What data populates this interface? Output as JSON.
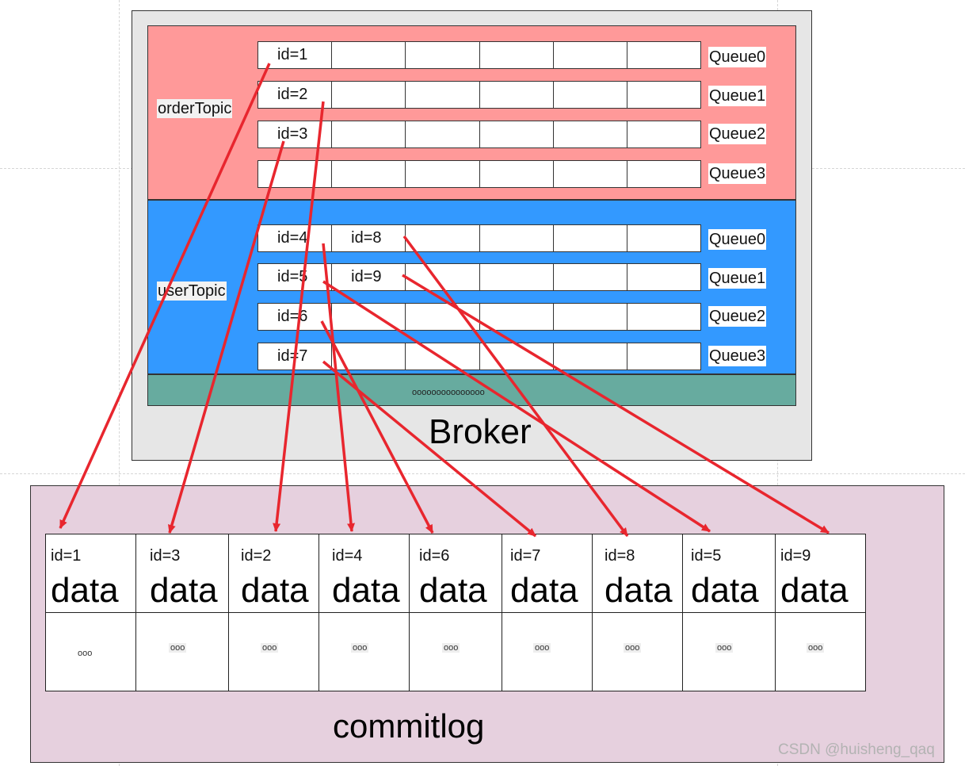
{
  "broker": {
    "label": "Broker",
    "topics": [
      {
        "name": "orderTopic",
        "queues": [
          {
            "name": "Queue0",
            "cells": [
              "id=1",
              "",
              "",
              "",
              "",
              ""
            ]
          },
          {
            "name": "Queue1",
            "cells": [
              "id=2",
              "",
              "",
              "",
              "",
              ""
            ]
          },
          {
            "name": "Queue2",
            "cells": [
              "id=3",
              "",
              "",
              "",
              "",
              ""
            ]
          },
          {
            "name": "Queue3",
            "cells": [
              "",
              "",
              "",
              "",
              "",
              ""
            ]
          }
        ]
      },
      {
        "name": "userTopic",
        "queues": [
          {
            "name": "Queue0",
            "cells": [
              "id=4",
              "id=8",
              "",
              "",
              "",
              ""
            ]
          },
          {
            "name": "Queue1",
            "cells": [
              "id=5",
              "id=9",
              "",
              "",
              "",
              ""
            ]
          },
          {
            "name": "Queue2",
            "cells": [
              "id=6",
              "",
              "",
              "",
              "",
              ""
            ]
          },
          {
            "name": "Queue3",
            "cells": [
              "id=7",
              "",
              "",
              "",
              "",
              ""
            ]
          }
        ]
      }
    ],
    "footer_text": "ooooooooooooooo"
  },
  "commitlog": {
    "label": "commitlog",
    "entries": [
      {
        "id": "id=1",
        "data": "data",
        "more": "ooo"
      },
      {
        "id": "id=3",
        "data": "data",
        "more": "ooo"
      },
      {
        "id": "id=2",
        "data": "data",
        "more": "ooo"
      },
      {
        "id": "id=4",
        "data": "data",
        "more": "ooo"
      },
      {
        "id": "id=6",
        "data": "data",
        "more": "ooo"
      },
      {
        "id": "id=7",
        "data": "data",
        "more": "ooo"
      },
      {
        "id": "id=8",
        "data": "data",
        "more": "ooo"
      },
      {
        "id": "id=5",
        "data": "data",
        "more": "ooo"
      },
      {
        "id": "id=9",
        "data": "data",
        "more": "ooo"
      }
    ]
  },
  "arrows": [
    {
      "from": "id=1",
      "to": "id=1"
    },
    {
      "from": "id=3",
      "to": "id=3"
    },
    {
      "from": "id=2",
      "to": "id=2"
    },
    {
      "from": "id=4",
      "to": "id=4"
    },
    {
      "from": "id=6",
      "to": "id=6"
    },
    {
      "from": "id=7",
      "to": "id=7"
    },
    {
      "from": "id=8",
      "to": "id=8"
    },
    {
      "from": "id=5",
      "to": "id=5"
    },
    {
      "from": "id=9",
      "to": "id=9"
    }
  ],
  "colors": {
    "order_topic": "#ff9999",
    "user_topic": "#3399ff",
    "footer_bar": "#67ab9f",
    "broker_bg": "#e6e6e6",
    "commitlog_bg": "#e6d0de",
    "arrow": "#e8262e"
  },
  "watermark": "CSDN @huisheng_qaq"
}
